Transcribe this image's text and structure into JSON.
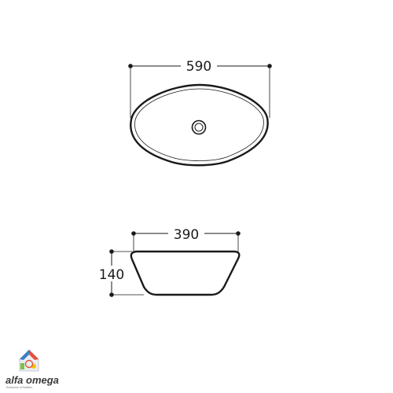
{
  "diagram": {
    "top_view": {
      "width_label": "590"
    },
    "side_view": {
      "width_label": "390",
      "height_label": "140"
    }
  },
  "logo": {
    "text": "alfa omega",
    "subtitle": "Enterprise of Kalisteo"
  },
  "colors": {
    "line": "#1a1a1a",
    "logo_text": "#3a3a3a"
  }
}
